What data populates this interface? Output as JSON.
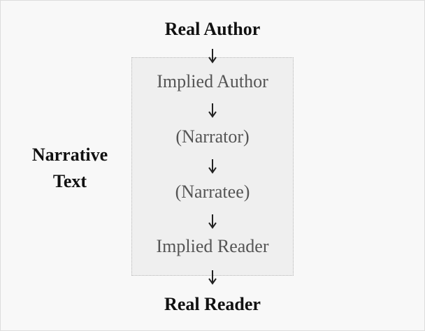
{
  "diagram": {
    "top_node": "Real Author",
    "inner_nodes": [
      "Implied Author",
      "(Narrator)",
      "(Narratee)",
      "Implied Reader"
    ],
    "bottom_node": "Real Reader",
    "side_label_line1": "Narrative",
    "side_label_line2": "Text"
  },
  "colors": {
    "background": "#f8f8f8",
    "box_fill": "#efefef",
    "box_border": "#b8b8b8",
    "bold_text": "#111111",
    "inner_text": "#555555",
    "arrow": "#222222"
  },
  "icons": {
    "arrow": "down-arrow-icon"
  }
}
